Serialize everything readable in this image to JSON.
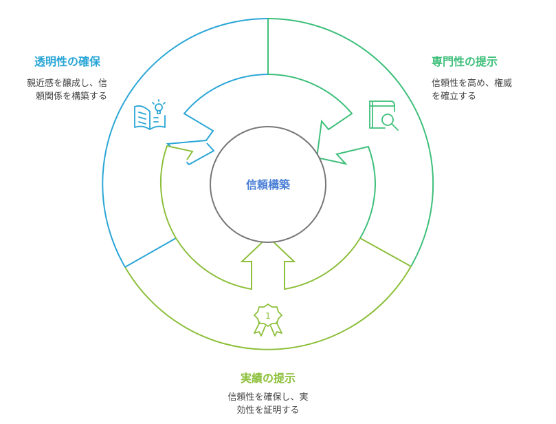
{
  "center": {
    "label": "信頼構築",
    "color": "#4a7fd6"
  },
  "sections": {
    "transparency": {
      "title": "透明性の確保",
      "desc": [
        "親近感を醸成し、信",
        "頼関係を構築する"
      ],
      "color": "#2aa6d6",
      "icon": "book-lightbulb-icon"
    },
    "expertise": {
      "title": "専門性の提示",
      "desc": [
        "信頼性を高め、権威",
        "を確立する"
      ],
      "color": "#3dbf7a",
      "icon": "book-magnifier-icon"
    },
    "results": {
      "title": "実績の提示",
      "desc": [
        "信頼性を確保し、実",
        "効性を証明する"
      ],
      "color": "#8cbf3a",
      "icon": "award-badge-icon",
      "badge_number": "1"
    }
  }
}
